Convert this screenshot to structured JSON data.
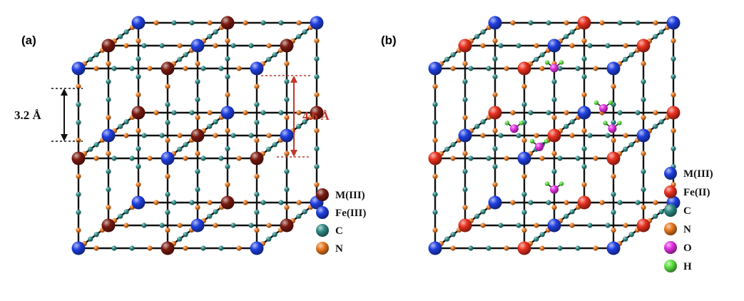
{
  "panels": [
    {
      "id": "a",
      "label": "(a)",
      "colors": {
        "corner_metal": "#1f3fe0",
        "mid_metal": "#7a1a10",
        "carbon": "#2e8a85",
        "nitrogen": "#e8781e"
      },
      "legend": [
        {
          "key": "m3",
          "text": "M(III)",
          "color": "#7a1a10"
        },
        {
          "key": "fe3",
          "text": "Fe(III)",
          "color": "#1f3fe0"
        },
        {
          "key": "c",
          "text": "C",
          "color": "#2e8a85"
        },
        {
          "key": "n",
          "text": "N",
          "color": "#e8781e"
        }
      ],
      "dimensions": [
        {
          "key": "d1",
          "text": "3.2 Å",
          "color": "#111111"
        },
        {
          "key": "d2",
          "text": "4.6 Å",
          "color": "#c0392b"
        }
      ]
    },
    {
      "id": "b",
      "label": "(b)",
      "colors": {
        "corner_metal": "#1f3fe0",
        "mid_metal": "#e8301e",
        "carbon": "#2e8a85",
        "nitrogen": "#e8781e",
        "oxygen": "#e22fe0",
        "hydrogen": "#5be040"
      },
      "legend": [
        {
          "key": "m3",
          "text": "M(III)",
          "color": "#1f3fe0"
        },
        {
          "key": "fe2",
          "text": "Fe(II)",
          "color": "#e8301e"
        },
        {
          "key": "c",
          "text": "C",
          "color": "#2e8a85"
        },
        {
          "key": "n",
          "text": "N",
          "color": "#e8781e"
        },
        {
          "key": "o",
          "text": "O",
          "color": "#e22fe0"
        },
        {
          "key": "h",
          "text": "H",
          "color": "#5be040"
        }
      ]
    }
  ]
}
